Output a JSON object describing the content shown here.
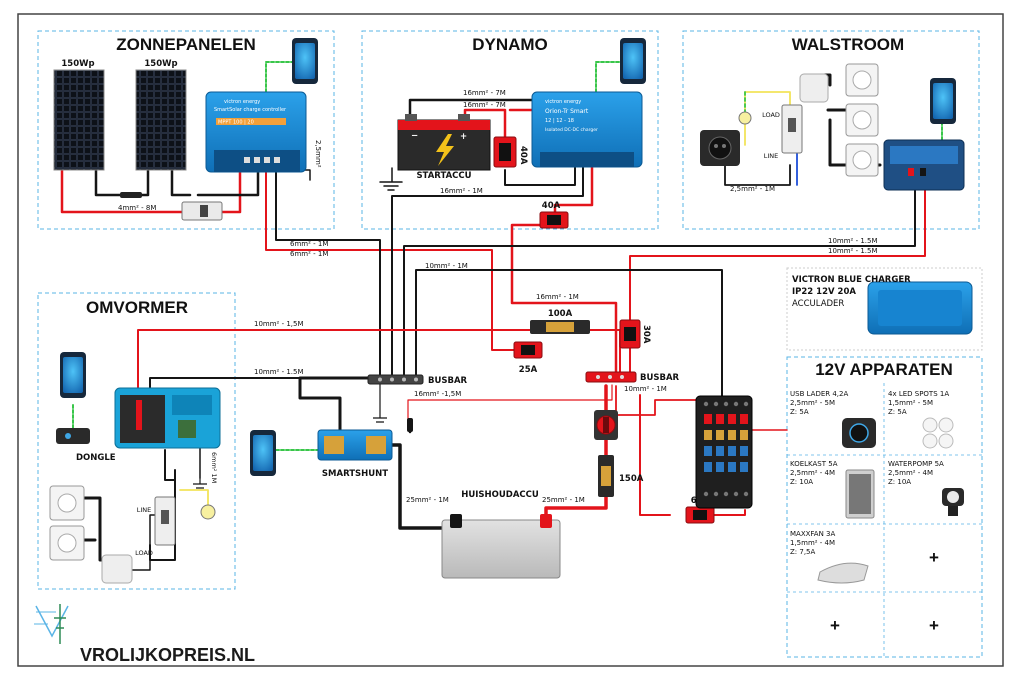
{
  "sections": {
    "solar": "ZONNEPANELEN",
    "dynamo": "DYNAMO",
    "shore": "WALSTROOM",
    "inverter": "OMVORMER",
    "appliances": "12V APPARATEN"
  },
  "panels": [
    "150Wp",
    "150Wp"
  ],
  "mppt": {
    "brand": "victron energy",
    "name": "SmartSolar charge controller",
    "model": "MPPT 100 | 20"
  },
  "orion": {
    "brand": "victron energy",
    "name": "Orion-Tr Smart",
    "model": "12 | 12 - 18",
    "sub": "Isolated DC-DC charger"
  },
  "startaccu": "STARTACCU",
  "huishoudaccu": "HUISHOUDACCU",
  "busbar": "BUSBAR",
  "smartshunt": "SMARTSHUNT",
  "dongle": "DONGLE",
  "breaker_labels": {
    "load": "LOAD",
    "line": "LINE"
  },
  "fuses": {
    "f40a_dynamo": "40A",
    "f40a": "40A",
    "f100a": "100A",
    "f25a": "25A",
    "f30a": "30A",
    "f150a": "150A",
    "f60a": "60A"
  },
  "cables": {
    "solar_out": "4mm² - 8M",
    "mppt_ground": "2,5mm²",
    "dyn_top1": "16mm² - 7M",
    "dyn_top2": "16mm² - 7M",
    "dyn_main": "16mm² - 1M",
    "solar_neg": "6mm² - 1M",
    "solar_pos": "6mm² - 1M",
    "shore_neg": "10mm² - 1.5M",
    "shore_pos": "10mm² - 1.5M",
    "shore_in": "2,5mm² - 1M",
    "a10_1m": "10mm² - 1M",
    "a16_1m": "16mm² - 1M",
    "inv_pos": "10mm² - 1,5M",
    "inv_neg": "10mm² - 1.5M",
    "shunt": "16mm² -1,5M",
    "fusebox": "10mm² - 1M",
    "batt_neg": "25mm² - 1M",
    "batt_pos": "25mm² - 1M",
    "inv_ground": "6mm² 1M"
  },
  "charger": {
    "line1": "VICTRON BLUE CHARGER",
    "line2": "IP22 12V 20A",
    "line3": "ACCULADER"
  },
  "appliances": [
    {
      "name": "USB LADER 4,2A",
      "spec": "2,5mm² - 5M",
      "z": "Z: 5A"
    },
    {
      "name": "4x LED SPOTS 1A",
      "spec": "1,5mm² - 5M",
      "z": "Z: 5A"
    },
    {
      "name": "KOELKAST 5A",
      "spec": "2,5mm² - 4M",
      "z": "Z: 10A"
    },
    {
      "name": "WATERPOMP 5A",
      "spec": "2,5mm² - 4M",
      "z": "Z: 10A"
    },
    {
      "name": "MAXXFAN 3A",
      "spec": "1,5mm² - 4M",
      "z": "Z: 7,5A"
    }
  ],
  "plus": "+",
  "brand": "VROLIJKOPREIS.NL",
  "colors": {
    "red": "#e3141b",
    "black": "#151515",
    "green": "#39c64a",
    "victron": "#1b8fd8",
    "frame": "#444444",
    "dash": "#5ab4e6"
  }
}
